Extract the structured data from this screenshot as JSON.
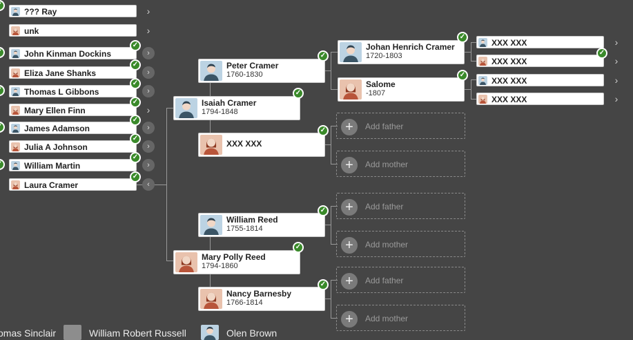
{
  "colors": {
    "background": "#454545",
    "card": "#ffffff",
    "hint": "#3a8a2a",
    "male_avatar_bg": "#bcd3e3",
    "female_avatar_bg": "#e9c2ad"
  },
  "add_father_label": "Add father",
  "add_mother_label": "Add mother",
  "left_column": [
    {
      "name": "??? Ray",
      "gender": "male",
      "hint": false,
      "chevron": "plain"
    },
    {
      "name": "unk",
      "gender": "female",
      "hint": false,
      "chevron": "plain"
    },
    {
      "name": "John Kinman Dockins",
      "gender": "male",
      "hint": true,
      "chevron": "circle"
    },
    {
      "name": "Eliza Jane Shanks",
      "gender": "female",
      "hint": true,
      "chevron": "circle"
    },
    {
      "name": "Thomas L Gibbons",
      "gender": "male",
      "hint": true,
      "chevron": "circle"
    },
    {
      "name": "Mary Ellen Finn",
      "gender": "female",
      "hint": true,
      "chevron": "plain"
    },
    {
      "name": "James Adamson",
      "gender": "male",
      "hint": true,
      "chevron": "circle"
    },
    {
      "name": "Julia A Johnson",
      "gender": "female",
      "hint": true,
      "chevron": "circle"
    },
    {
      "name": "William Martin",
      "gender": "male",
      "hint": true,
      "chevron": "circle"
    },
    {
      "name": "Laura Cramer",
      "gender": "female",
      "hint": true,
      "chevron": "back"
    }
  ],
  "generation2": [
    {
      "name": "Isaiah Cramer",
      "dates": "1794-1848",
      "gender": "male"
    },
    {
      "name": "Mary Polly Reed",
      "dates": "1794-1860",
      "gender": "female"
    }
  ],
  "generation3": [
    {
      "name": "Peter Cramer",
      "dates": "1760-1830",
      "gender": "male"
    },
    {
      "name": "XXX XXX",
      "dates": "",
      "gender": "female"
    },
    {
      "name": "William Reed",
      "dates": "1755-1814",
      "gender": "male"
    },
    {
      "name": "Nancy Barnesby",
      "dates": "1766-1814",
      "gender": "female"
    }
  ],
  "generation4": [
    {
      "name": "Johan Henrich Cramer",
      "dates": "1720-1803",
      "gender": "male"
    },
    {
      "name": "Salome",
      "dates": "-1807",
      "gender": "female"
    }
  ],
  "generation5": [
    {
      "name": "XXX XXX",
      "gender": "male"
    },
    {
      "name": "XXX XXX",
      "gender": "female"
    },
    {
      "name": "XXX XXX",
      "gender": "male"
    },
    {
      "name": "XXX XXX",
      "gender": "female"
    }
  ],
  "bottom_bar": [
    {
      "name": "omas Sinclair",
      "thumb": "none"
    },
    {
      "name": "William Robert Russell",
      "thumb": "photo"
    },
    {
      "name": "Olen Brown",
      "thumb": "male"
    }
  ]
}
